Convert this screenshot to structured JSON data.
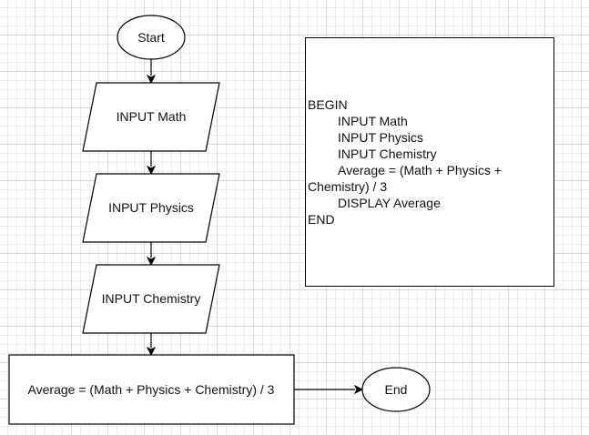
{
  "flowchart": {
    "start_label": "Start",
    "input_math_label": "INPUT Math",
    "input_physics_label": "INPUT Physics",
    "input_chemistry_label": "INPUT Chemistry",
    "process_label": "Average = (Math + Physics + Chemistry) / 3",
    "end_label": "End"
  },
  "pseudocode": {
    "begin": "BEGIN",
    "line1": "INPUT Math",
    "line2": "INPUT Physics",
    "line3": "INPUT Chemistry",
    "line4a": "Average = (Math + Physics +",
    "line4b": "Chemistry) / 3",
    "line5": "DISPLAY Average",
    "end": "END"
  }
}
